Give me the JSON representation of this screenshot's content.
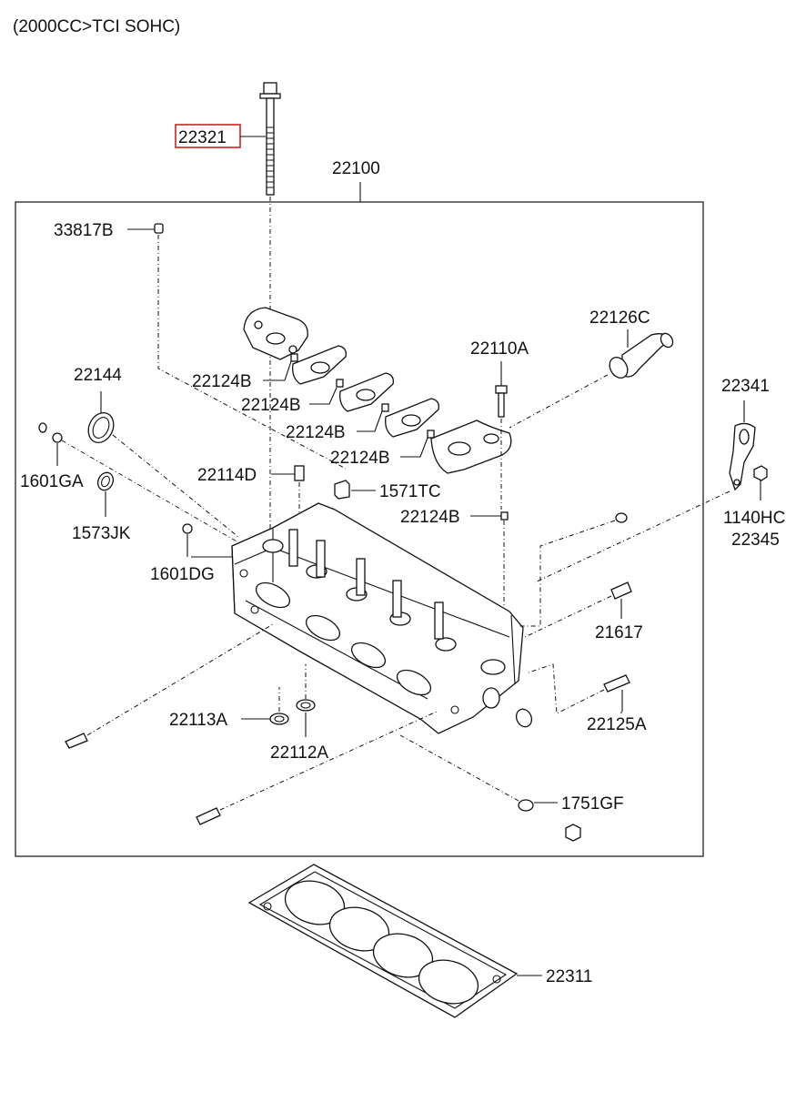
{
  "header": {
    "subtitle": "(2000CC>TCI SOHC)"
  },
  "highlight_color": "#d42020",
  "labels": {
    "p22321": "22321",
    "p22100": "22100",
    "p33817B": "33817B",
    "p22126C": "22126C",
    "p22110A": "22110A",
    "p22341": "22341",
    "p22144": "22144",
    "p22124B_1": "22124B",
    "p22124B_2": "22124B",
    "p22124B_3": "22124B",
    "p22124B_4": "22124B",
    "p22124B_5": "22124B",
    "p1601GA": "1601GA",
    "p22114D": "22114D",
    "p1571TC": "1571TC",
    "p1573JK": "1573JK",
    "p1140HC": "1140HC",
    "p22345": "22345",
    "p1601DG": "1601DG",
    "p21617": "21617",
    "p22113A": "22113A",
    "p22125A": "22125A",
    "p22112A": "22112A",
    "p1751GF": "1751GF",
    "p22311": "22311"
  }
}
